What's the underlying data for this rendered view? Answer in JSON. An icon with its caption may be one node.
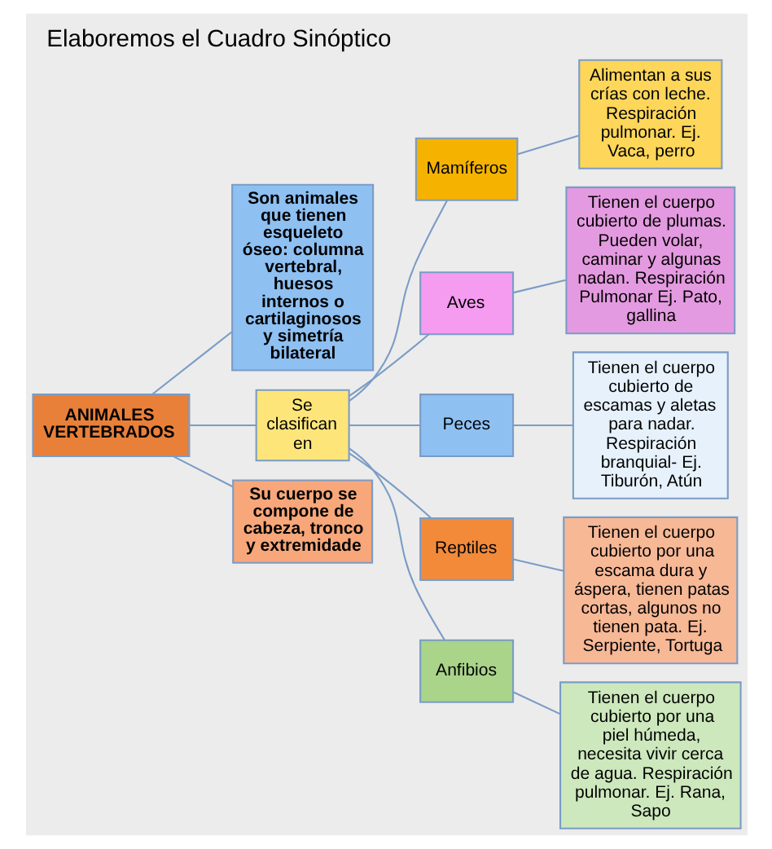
{
  "diagram": {
    "title": "Elaboremos el Cuadro Sinóptico",
    "nodes": [
      {
        "text": [
          "ANIMALES VERTEBRADOS"
        ]
      },
      {
        "text": [
          "Son animales que tienen esqueleto óseo: columna vertebral, huesos internos o cartilaginosos y simetría bilateral"
        ]
      },
      {
        "text": [
          "Se clasifican en"
        ]
      },
      {
        "text": [
          "Su cuerpo se compone de cabeza, tronco y extremidade"
        ]
      },
      {
        "text": [
          "Mamíferos"
        ]
      },
      {
        "text": [
          "Alimentan a sus crías con leche. Respiración pulmonar. Ej. Vaca, perro"
        ]
      },
      {
        "text": [
          "Aves"
        ]
      },
      {
        "text": [
          "Tienen el cuerpo cubierto de plumas. Pueden volar, caminar y algunas nadan. Respiración Pulmonar Ej. Pato, gallina"
        ]
      },
      {
        "text": [
          "Peces"
        ]
      },
      {
        "text": [
          "Tienen el cuerpo cubierto de escamas y aletas para nadar. Respiración branquial- Ej. Tiburón, Atún"
        ]
      },
      {
        "text": [
          "Reptiles"
        ]
      },
      {
        "text": [
          "Tienen el cuerpo cubierto por una escama dura y áspera, tienen patas cortas, algunos no tienen pata. Ej. Serpiente, Tortuga"
        ]
      },
      {
        "text": [
          "Anfibios"
        ]
      },
      {
        "text": [
          "Tienen el cuerpo cubierto por una piel húmeda, necesita vivir cerca de agua. Respiración pulmonar. Ej. Rana, Sapo"
        ]
      }
    ],
    "edges": [
      {
        "from": 0,
        "to": 1,
        "arrow": "none"
      },
      {
        "from": 0,
        "to": 2,
        "arrow": "none"
      },
      {
        "from": 0,
        "to": 3,
        "arrow": "none"
      },
      {
        "from": 2,
        "to": 4,
        "arrow": "none"
      },
      {
        "from": 2,
        "to": 6,
        "arrow": "none"
      },
      {
        "from": 2,
        "to": 8,
        "arrow": "none"
      },
      {
        "from": 2,
        "to": 10,
        "arrow": "none"
      },
      {
        "from": 2,
        "to": 12,
        "arrow": "none"
      },
      {
        "from": 4,
        "to": 5,
        "arrow": "none"
      },
      {
        "from": 6,
        "to": 7,
        "arrow": "none"
      },
      {
        "from": 8,
        "to": 9,
        "arrow": "none"
      },
      {
        "from": 10,
        "to": 11,
        "arrow": "none"
      },
      {
        "from": 12,
        "to": 13,
        "arrow": "none"
      }
    ]
  }
}
